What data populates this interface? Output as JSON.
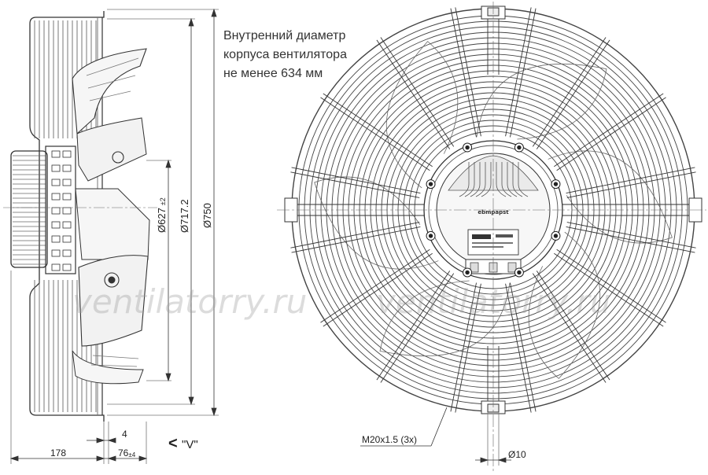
{
  "note": {
    "line1": "Внутренний диаметр",
    "line2": "корпуса вентилятора",
    "line3": "не менее 634 мм"
  },
  "dimensions": {
    "d_blade": "Ø627",
    "d_blade_tol": "±2",
    "d_mount": "Ø717.2",
    "d_outer": "Ø750",
    "depth_total": "178",
    "depth_hub": "76",
    "depth_hub_tol": "±4",
    "offset": "4",
    "view_label": "\"V\"",
    "view_arrow": "<",
    "thread": "M20x1.5 (3x)",
    "hole": "Ø10"
  },
  "brand": {
    "label": "ebmpapst"
  },
  "watermark": {
    "text": "ventilatorry.ru"
  }
}
